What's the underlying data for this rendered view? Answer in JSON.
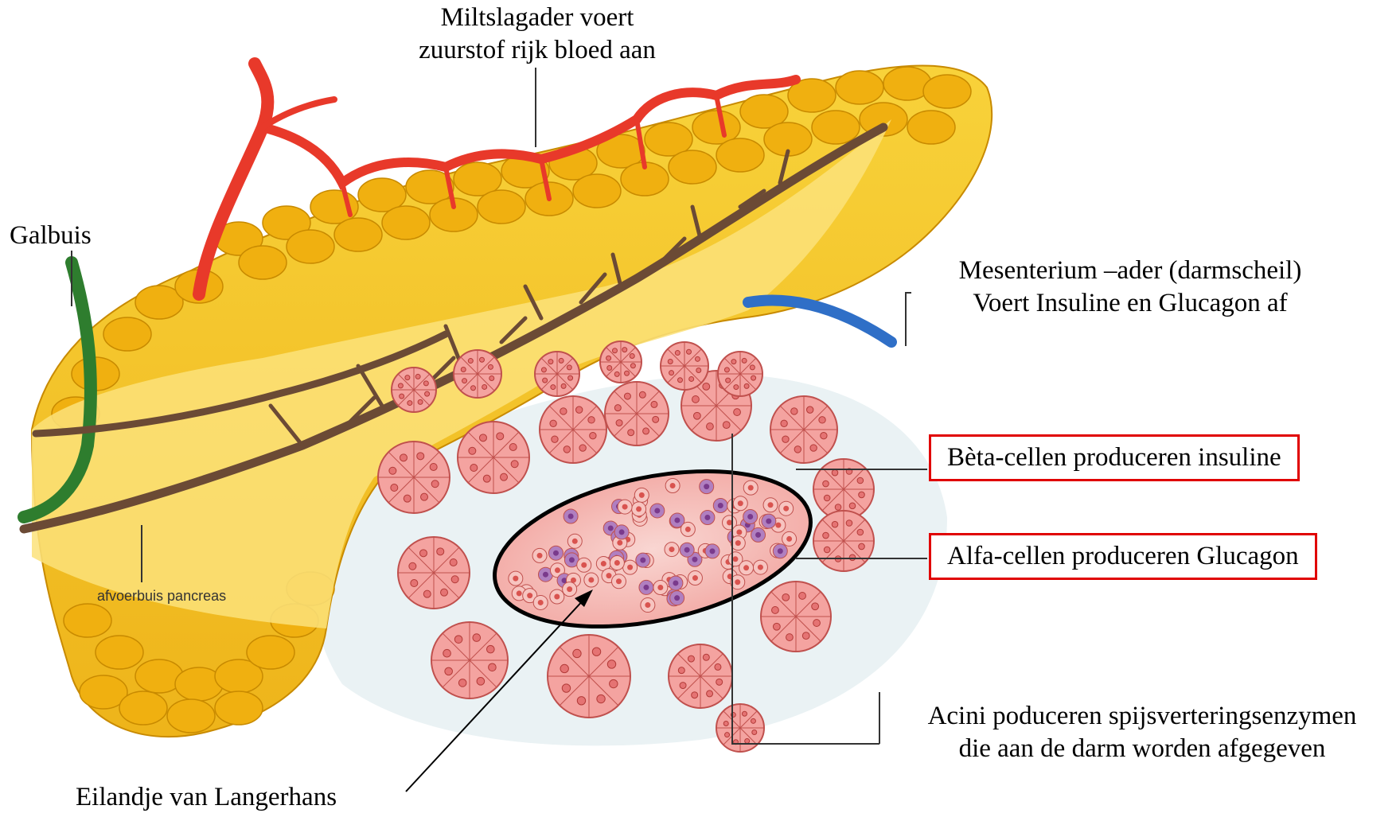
{
  "labels": {
    "artery_line1": "Miltslagader voert",
    "artery_line2": "zuurstof rijk bloed aan",
    "bile_duct": "Galbuis",
    "vein_line1": "Mesenterium –ader (darmscheil)",
    "vein_line2": "Voert Insuline en Glucagon af",
    "beta_cells": "Bèta-cellen produceren insuline",
    "alpha_cells": "Alfa-cellen produceren Glucagon",
    "pancreatic_duct": "afvoerbuis pancreas",
    "acini_line1": "Acini poduceren spijsverteringsenzymen",
    "acini_line2": "die aan de darm worden afgegeven",
    "islet": "Eilandje van Langerhans"
  },
  "colors": {
    "pancreas_fill": "#f5c518",
    "pancreas_lobule": "#f0b010",
    "lobule_stroke": "#c88a00",
    "artery": "#e8392a",
    "vein": "#2f6fc7",
    "bile_duct": "#2e7d2e",
    "pancreatic_duct": "#6b4a35",
    "acinus_fill": "#f4a3a0",
    "acinus_stroke": "#c0504d",
    "islet_fill": "#f6b6b2",
    "alpha_dot": "#7a3a8c",
    "highlight_box": "#e00000"
  }
}
